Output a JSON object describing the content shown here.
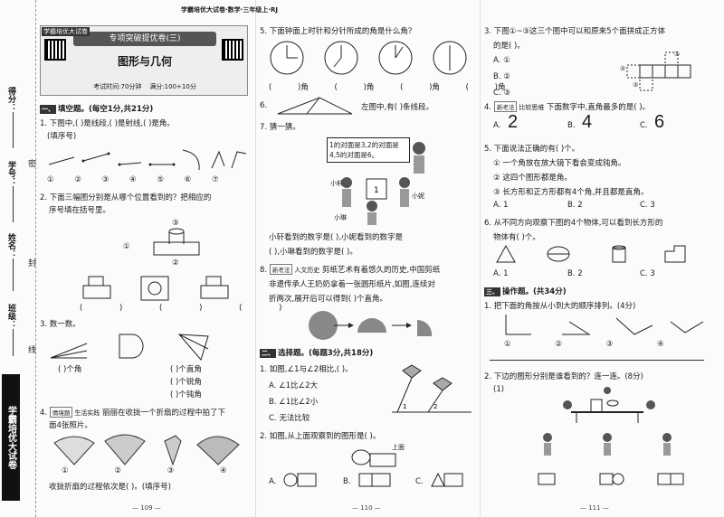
{
  "binding": {
    "score_label": "得分：",
    "id_label": "学号：",
    "name_label": "姓名：",
    "class_label": "班级：",
    "seal_1": "密",
    "seal_2": "封",
    "seal_3": "线",
    "promo": "学霸培优大试卷"
  },
  "header": {
    "badge": "学霸培优大试卷",
    "series": "学霸培优大试卷·数学·三年级上·RJ",
    "banner": "专项突破提优卷(三)",
    "title": "图形与几何",
    "exam_time": "考试时间:70分钟",
    "full_score": "满分:100+10分"
  },
  "col1": {
    "sec1_head": "一、",
    "sec1_title": "填空题。(每空1分,共21分)",
    "q1": "1. 下图中,(      )是线段,(      )是射线,(      )是角。",
    "q1_note": "(填序号)",
    "q1_labels": [
      "①",
      "②",
      "③",
      "④",
      "⑤",
      "⑥",
      "⑦"
    ],
    "q2": "2. 下面三幅图分别是从哪个位置看到的？把相应的",
    "q2b": "序号填在括号里。",
    "q2_pos": [
      "③",
      "①",
      "②"
    ],
    "q2_blanks": [
      "(    )",
      "(    )",
      "(    )"
    ],
    "q3": "3. 数一数。",
    "q3_left": "(    )个角",
    "q3_right": [
      "(    )个直角",
      "(    )个锐角",
      "(    )个钝角"
    ],
    "q4_tag": "情境题",
    "q4_tag2": "生活实践",
    "q4": "丽丽在收拢一个折扇的过程中拍了下",
    "q4b": "面4张照片。",
    "q4_labels": [
      "①",
      "②",
      "③",
      "④"
    ],
    "q4_end": "收拢折扇的过程依次是(      )。(填序号)",
    "page_no": "— 109 —"
  },
  "col2": {
    "q5": "5. 下面钟面上时针和分针所成的角是什么角？",
    "q5_blanks": [
      "(    )角",
      "(    )角",
      "(    )角",
      "(    )角"
    ],
    "q6": "6.",
    "q6_text": "左图中,有(      )条线段。",
    "q7": "7. 猜一猜。",
    "q7_speech": "1的对面是3,2的对面是4,5的对面是6。",
    "q7_names": [
      "小轩",
      "小妮",
      "小琳"
    ],
    "q7_line1": "小轩看到的数字是(      ),小妮看到的数字是",
    "q7_line2": "(      ),小琳看到的数字是(      )。",
    "q8_tag": "新考法",
    "q8_tag2": "人文历史",
    "q8_line1": "剪纸艺术有着悠久的历史,中国剪纸",
    "q8_line2": "非遗传承人王奶奶拿着一张圆形纸片,如图,连续对",
    "q8_line3": "折两次,展开后可以得到(      )个直角。",
    "sec2_head": "二、",
    "sec2_title": "选择题。(每题3分,共18分)",
    "c1": "1. 如图,∠1与∠2相比,(      )。",
    "c1_opts": [
      "A. ∠1比∠2大",
      "B. ∠1比∠2小",
      "C. 无法比较"
    ],
    "c2": "2. 如图,从上面观察到的图形是(      )。",
    "c2_label": "上面",
    "c2_opts": [
      "A.",
      "B.",
      "C."
    ],
    "page_no": "— 110 —"
  },
  "col3": {
    "c3": "3. 下图①~③这三个图中可以和原来5个面拼成正方体",
    "c3b": "的是(      )。",
    "c3_opts": [
      "A. ①",
      "B. ②",
      "C. ③"
    ],
    "c3_labels": [
      "①",
      "②",
      "③"
    ],
    "c4_tag": "新考法",
    "c4_tag2": "比较思维",
    "c4": "下面数字中,直角最多的是(      )。",
    "c4_opts": [
      "A.",
      "B.",
      "C."
    ],
    "c4_digits": [
      "2",
      "4",
      "6"
    ],
    "c5": "5. 下面说法正确的有(      )个。",
    "c5_1": "① 一个角放在放大镜下看会变成钝角。",
    "c5_2": "② 这四个图形都是角。",
    "c5_3": "③ 长方形和正方形都有4个角,并且都是直角。",
    "c5_opts": [
      "A. 1",
      "B. 2",
      "C. 3"
    ],
    "c6": "6. 从不同方向观察下图的4个物体,可以看到长方形的",
    "c6b": "物体有(      )个。",
    "c6_opts": [
      "A. 1",
      "B. 2",
      "C. 3"
    ],
    "sec3_head": "三、",
    "sec3_title": "操作题。(共34分)",
    "o1": "1. 把下面的角按从小到大的顺序排列。(4分)",
    "o1_labels": [
      "①",
      "②",
      "③",
      "④"
    ],
    "o2": "2. 下边的图形分别是谁看到的？连一连。(8分)",
    "o2_sub": "(1)",
    "page_no": "— 111 —"
  }
}
